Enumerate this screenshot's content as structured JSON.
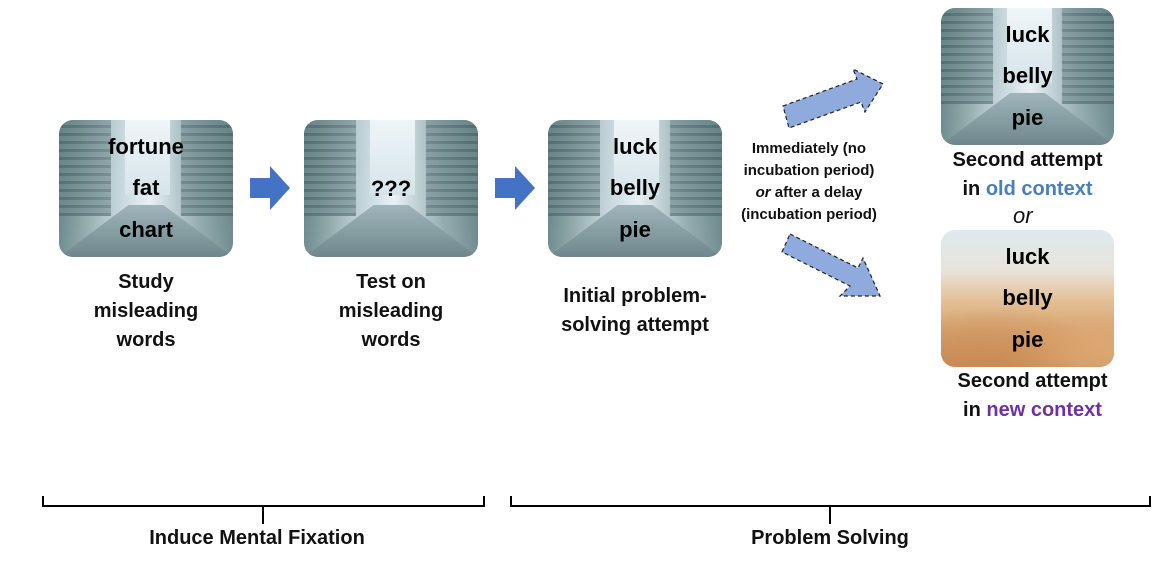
{
  "panels": {
    "study": {
      "words": [
        "fortune",
        "fat",
        "chart"
      ],
      "caption_lines": [
        "Study",
        "misleading",
        "words"
      ]
    },
    "test": {
      "words": [
        "???"
      ],
      "caption_lines": [
        "Test on",
        "misleading",
        "words"
      ]
    },
    "initial": {
      "words": [
        "luck",
        "belly",
        "pie"
      ],
      "caption_lines": [
        "Initial problem-",
        "solving attempt"
      ]
    },
    "old_context": {
      "words": [
        "luck",
        "belly",
        "pie"
      ],
      "caption_line1": "Second attempt",
      "caption_line2_prefix": "in ",
      "caption_line2_highlight": "old context"
    },
    "new_context": {
      "words": [
        "luck",
        "belly",
        "pie"
      ],
      "caption_line1": "Second attempt",
      "caption_line2_prefix": "in ",
      "caption_line2_highlight": "new context"
    }
  },
  "delay_text": {
    "line1": "Immediately (no",
    "line2": "incubation period)",
    "line3_or": "or",
    "line3_rest": " after a delay",
    "line4": "(incubation period)"
  },
  "or_between": "or",
  "brackets": {
    "left_label": "Induce Mental Fixation",
    "right_label": "Problem Solving"
  },
  "colors": {
    "old_context": "#4a7ebb",
    "new_context": "#7030a0",
    "arrow_blue": "#4472c4",
    "arrow_light": "#8faadc"
  }
}
